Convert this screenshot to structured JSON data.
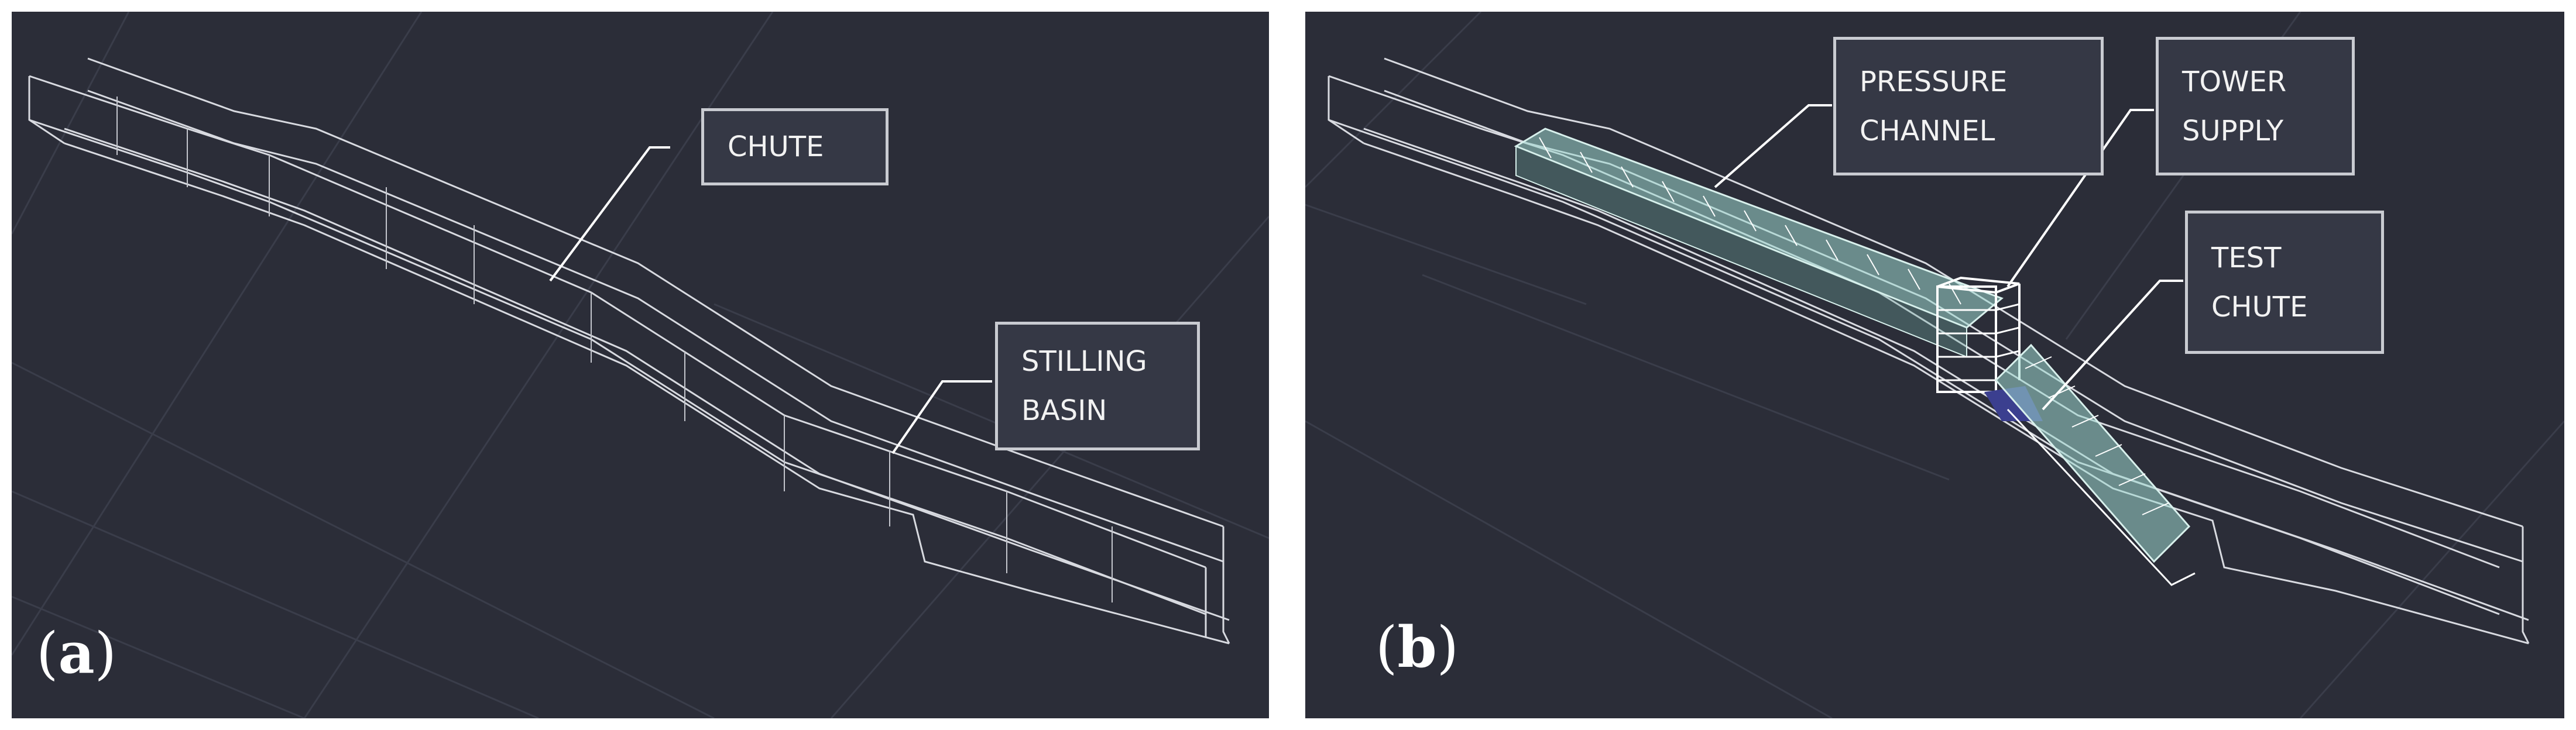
{
  "panels": {
    "a": {
      "letter_open": "(",
      "letter": "a",
      "letter_close": ")",
      "labels": {
        "chute": [
          "CHUTE"
        ],
        "stilling_basin": [
          "STILLING",
          "BASIN"
        ]
      }
    },
    "b": {
      "letter_open": "(",
      "letter": "b",
      "letter_close": ")",
      "labels": {
        "pressure_channel": [
          "PRESSURE",
          "CHANNEL"
        ],
        "tower_supply": [
          "TOWER",
          "SUPPLY"
        ],
        "test_chute": [
          "TEST",
          "CHUTE"
        ]
      }
    }
  },
  "colors": {
    "background": "#2b2d38",
    "wire": "#d8dae0",
    "grid": "#3a3d4a",
    "cyan_panel": "#9fd8d0",
    "tower_blue": "#3b3f8f",
    "label_border": "#c9cbd1",
    "label_text": "#f2f2f2"
  }
}
